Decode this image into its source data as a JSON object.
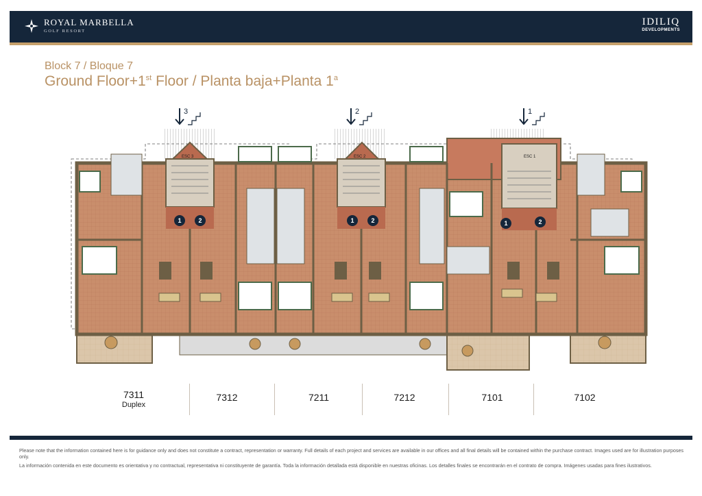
{
  "header": {
    "brand_left": "ROYAL MARBELLA",
    "brand_left_sub": "GOLF RESORT",
    "brand_right": "IDILIQ",
    "brand_right_sub": "DEVELOPMENTS"
  },
  "title": {
    "block": "Block 7 / Bloque 7",
    "floor_prefix": "Ground Floor+1",
    "floor_sup": "st",
    "floor_mid": " Floor / Planta baja+Planta 1",
    "floor_sup2": "a"
  },
  "stairs": [
    {
      "number": "3",
      "label": "ESC 3"
    },
    {
      "number": "2",
      "label": "ESC 2"
    },
    {
      "number": "1",
      "label": "ESC 1"
    }
  ],
  "door_markers": [
    "1",
    "2",
    "1",
    "2",
    "1",
    "2"
  ],
  "units": [
    {
      "number": "7311",
      "sub": "Duplex"
    },
    {
      "number": "7312",
      "sub": ""
    },
    {
      "number": "7211",
      "sub": ""
    },
    {
      "number": "7212",
      "sub": ""
    },
    {
      "number": "7101",
      "sub": ""
    },
    {
      "number": "7102",
      "sub": ""
    }
  ],
  "footer": {
    "en": "Please note that the information contained here is for guidance only and does not constitute a contract, representation or warranty. Full details of each project and services are available in our offices and all final details will be contained within the purchase contract. Images used are for illustration purposes only.",
    "es": "La información contenida en este documento es orientativa y no contractual, representativa ni constituyente de garantía. Toda la información detallada está disponible en nuestras oficinas. Los detalles finales se encontrarán en el contrato de compra. Imágenes usadas para fines ilustrativos."
  },
  "colors": {
    "navy": "#15263a",
    "gold": "#c6a06b",
    "wall": "#6d5f45",
    "floor": "#c98e6c",
    "terrace": "#d9c3a6",
    "stair_landing": "#b96a4f"
  }
}
